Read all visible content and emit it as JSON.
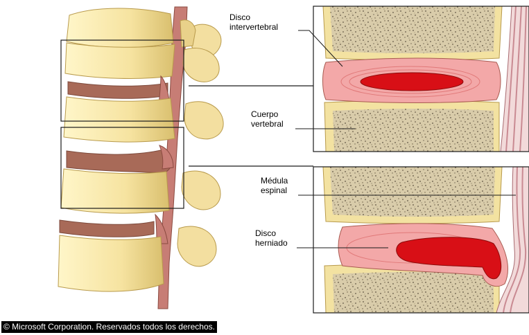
{
  "labels": {
    "disc": "Disco\nintervertebral",
    "body": "Cuerpo\nvertebral",
    "cord": "Médula\nespinal",
    "herniated": "Disco\nherniado"
  },
  "copyright": "© Microsoft Corporation. Reservados todos los derechos.",
  "colors": {
    "bone": "#f6e7a7",
    "bone_shadow": "#e3cd7c",
    "bone_outline": "#b89a4c",
    "disc": "#a86a58",
    "disc_inner_ring": "#f3a4a4",
    "nucleus": "#d80f16",
    "cord": "#c77d75",
    "cancellous": "#d6c9a5"
  }
}
